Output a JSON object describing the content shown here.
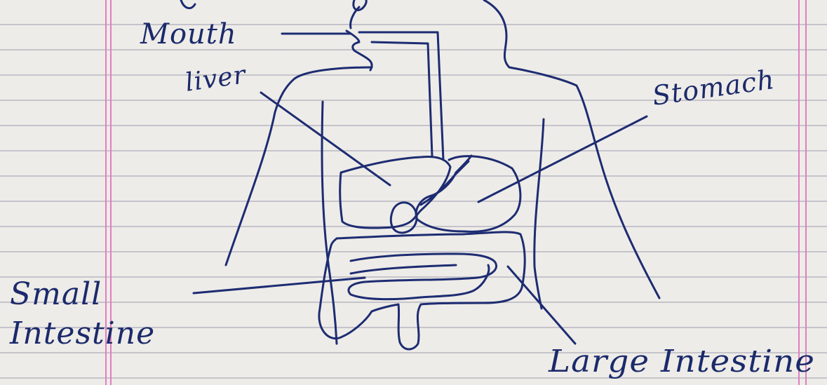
{
  "labels": {
    "mouth": "Mouth",
    "liver": "liver",
    "stomach": "Stomach",
    "small_intestine_line1": "Small",
    "small_intestine_line2": "Intestine",
    "large_intestine": "Large Intestine"
  },
  "colors": {
    "ink": "#1d2c72",
    "paper": "#eeece8",
    "ruled_line": "#8c8ca8",
    "margin_line": "#e17ec0"
  }
}
